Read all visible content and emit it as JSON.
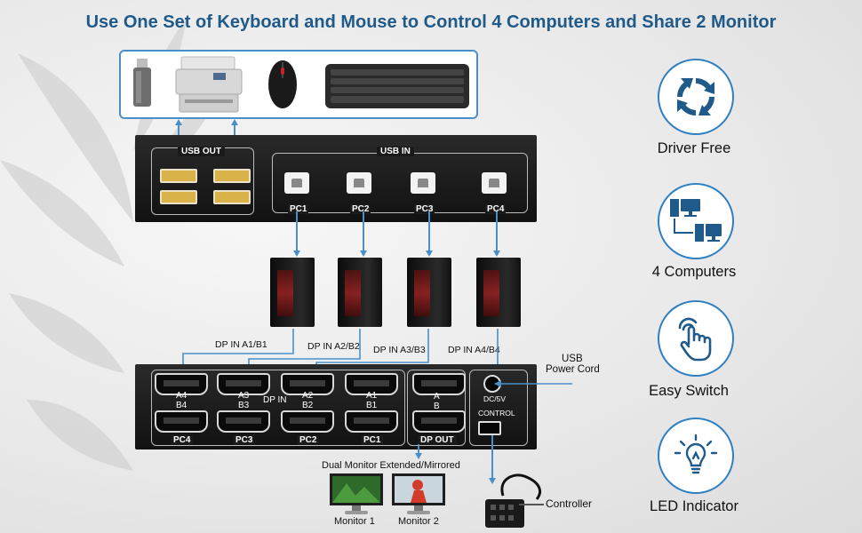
{
  "title": "Use One Set of Keyboard and Mouse to Control 4 Computers and Share 2 Monitor",
  "peripherals": [
    {
      "name": "usb-drive-icon"
    },
    {
      "name": "printer-icon"
    },
    {
      "name": "mouse-icon"
    },
    {
      "name": "keyboard-icon"
    }
  ],
  "top_panel": {
    "usb_out": "USB OUT",
    "usb_in": "USB IN",
    "ports": [
      "PC1",
      "PC2",
      "PC3",
      "PC4"
    ]
  },
  "dp_in_labels": [
    "DP IN A1/B1",
    "DP IN A2/B2",
    "DP IN A3/B3",
    "DP IN A4/B4"
  ],
  "bottom_panel": {
    "dp_groups": [
      {
        "a": "A4",
        "b": "B4",
        "pc": "PC4"
      },
      {
        "a": "A3",
        "b": "B3",
        "pc": "PC3"
      },
      {
        "a": "A2",
        "b": "B2",
        "pc": "PC2"
      },
      {
        "a": "A1",
        "b": "B1",
        "pc": "PC1"
      }
    ],
    "dp_in": "DP IN",
    "out_a": "A",
    "out_b": "B",
    "dp_out": "DP OUT",
    "dc": "DC/5V",
    "control": "CONTROL"
  },
  "usb_power": {
    "line1": "USB",
    "line2": "Power Cord"
  },
  "dual_monitor": "Dual Monitor Extended/Mirrored",
  "monitors": [
    "Monitor 1",
    "Monitor 2"
  ],
  "controller": "Controller",
  "features": [
    {
      "label": "Driver Free",
      "icon": "refresh-cycle-icon"
    },
    {
      "label": "4 Computers",
      "icon": "computers-network-icon"
    },
    {
      "label": "Easy Switch",
      "icon": "touch-hand-icon"
    },
    {
      "label": "LED Indicator",
      "icon": "light-bulb-icon"
    }
  ],
  "colors": {
    "accent": "#2f7fc1",
    "title": "#1f5a8a",
    "panel": "#1a1a1a",
    "usb_gold": "#d9b24a"
  }
}
